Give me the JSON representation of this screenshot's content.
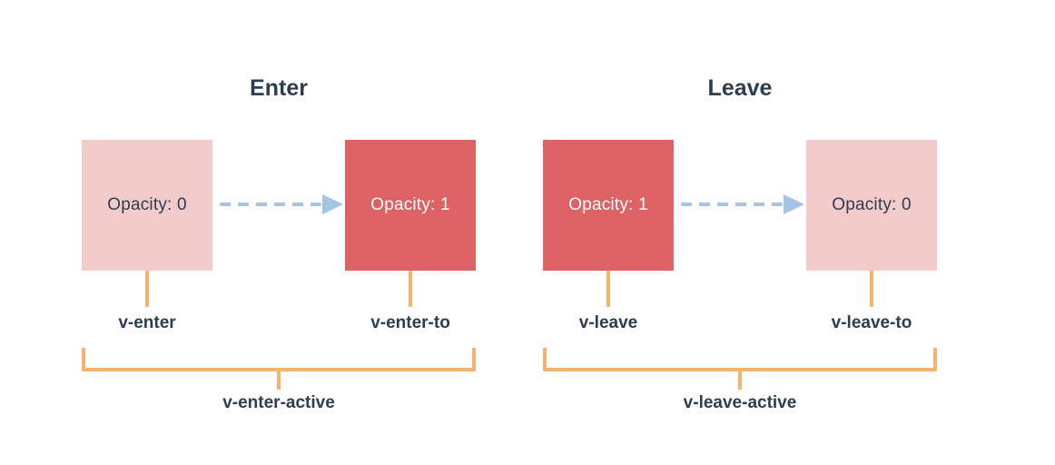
{
  "colors": {
    "background": "#ffffff",
    "text_dark": "#2c3e50",
    "box_pink": "#f3cbca",
    "box_red": "#dc6263",
    "box_red_text": "#ffffff",
    "arrow_blue": "#a5c3e2",
    "bracket_orange": "#f8b269"
  },
  "icons": {
    "arrow_head": "right-triangle-arrow-icon",
    "arrow_line": "dashed-line"
  },
  "sections": [
    {
      "title": "Enter",
      "from_box": {
        "label": "Opacity: 0",
        "variant": "pink"
      },
      "to_box": {
        "label": "Opacity: 1",
        "variant": "red"
      },
      "from_class": "v-enter",
      "to_class": "v-enter-to",
      "active_class": "v-enter-active"
    },
    {
      "title": "Leave",
      "from_box": {
        "label": "Opacity: 1",
        "variant": "red"
      },
      "to_box": {
        "label": "Opacity: 0",
        "variant": "pink"
      },
      "from_class": "v-leave",
      "to_class": "v-leave-to",
      "active_class": "v-leave-active"
    }
  ]
}
